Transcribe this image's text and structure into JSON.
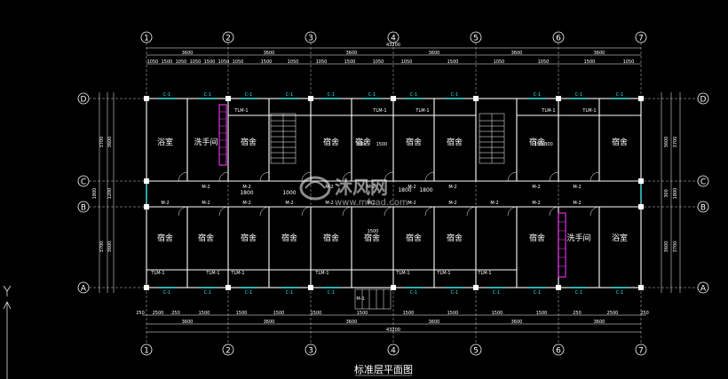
{
  "colors": {
    "background": "#000000",
    "wall": "#ffffff",
    "window": "#38e0e0",
    "stair": "#ffffff",
    "magenta": "#e030e0",
    "dim": "#ffffff"
  },
  "axes_x": [
    "1",
    "2",
    "3",
    "4",
    "5",
    "6",
    "7"
  ],
  "axes_y": [
    "D",
    "C",
    "B",
    "A"
  ],
  "total_length": "43200",
  "bay_dims": [
    "3600",
    "3600",
    "3600",
    "3600",
    "3600",
    "3600"
  ],
  "top_detail_dims": [
    "1050",
    "1500",
    "1050",
    "1050",
    "1500",
    "1050",
    "1050",
    "1500",
    "1050",
    "1050",
    "1500",
    "1050",
    "1050",
    "1500",
    "1050",
    "1050",
    "1500",
    "1050"
  ],
  "bottom_detail_dims": [
    "250",
    "2500",
    "250",
    "1500",
    "1500",
    "1500",
    "1500",
    "1500",
    "1500",
    "1500",
    "1500",
    "1500",
    "250",
    "2500",
    "250"
  ],
  "side_dims": {
    "top": "3700",
    "mid": "3600",
    "bottom": "3700",
    "c1": "1800",
    "c2": "300",
    "c3": "1200"
  },
  "rooms_top": [
    "浴室",
    "洗手间",
    "宿舍",
    "宿舍",
    "宿舍",
    "宿舍",
    "宿舍",
    "宿舍",
    "宿舍"
  ],
  "rooms_bottom": [
    "宿舍",
    "宿舍",
    "宿舍",
    "宿舍",
    "宿舍",
    "宿舍",
    "宿舍",
    "宿舍",
    "宿舍",
    "洗手间",
    "浴室"
  ],
  "window_label": "C-1",
  "door_labels": {
    "m2": "M-2",
    "tlm": "TLM-1",
    "m1": "M-1"
  },
  "inner_dims": [
    "1500",
    "300",
    "1500"
  ],
  "corridor_dims": [
    "1800",
    "1000",
    "1800",
    "1800"
  ],
  "title": "标准层平面图",
  "watermark": {
    "brand": "沐风网",
    "url": "www.mfcad.com"
  }
}
